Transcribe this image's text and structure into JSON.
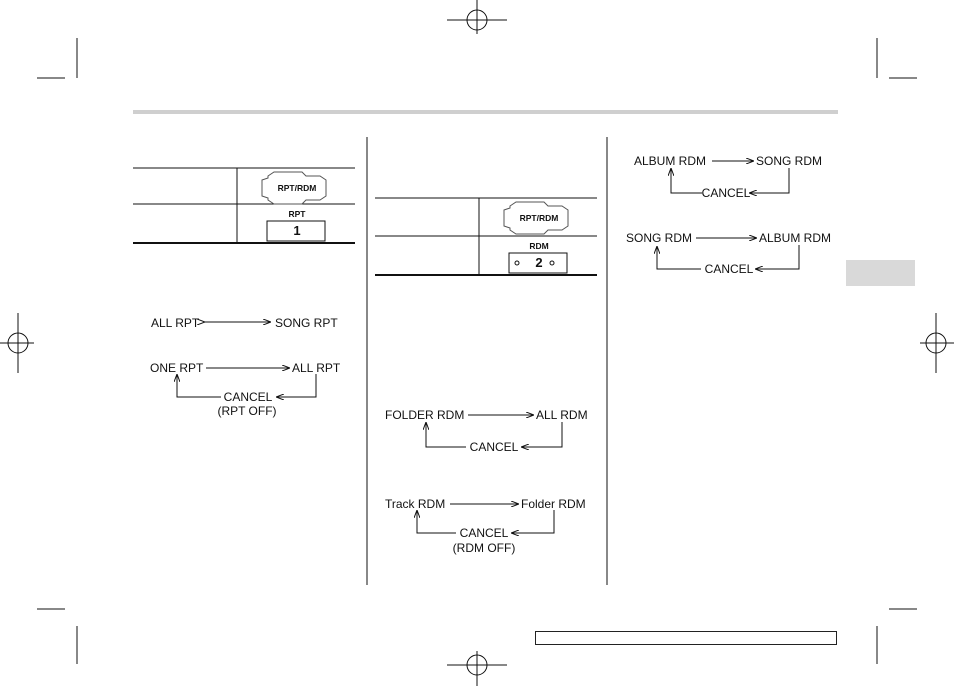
{
  "left_column": {
    "button_table": {
      "rows": [
        {
          "label": "",
          "button": "RPT/RDM"
        },
        {
          "label": "",
          "button_title": "RPT",
          "button_value": "1"
        }
      ]
    },
    "diagram_1": {
      "left": "ALL RPT",
      "right": "SONG RPT"
    },
    "diagram_2": {
      "left": "ONE RPT",
      "right": "ALL RPT",
      "cancel": "CANCEL",
      "cancel_note": "(RPT OFF)"
    }
  },
  "middle_column": {
    "button_table": {
      "rows": [
        {
          "label": "",
          "button": "RPT/RDM"
        },
        {
          "label": "",
          "button_title": "RDM",
          "button_value": "2"
        }
      ]
    },
    "diagram_1": {
      "left": "FOLDER RDM",
      "right": "ALL RDM",
      "cancel": "CANCEL"
    },
    "diagram_2": {
      "left": "Track RDM",
      "right": "Folder RDM",
      "cancel": "CANCEL",
      "cancel_note": "(RDM OFF)"
    }
  },
  "right_column": {
    "diagram_1": {
      "left": "ALBUM RDM",
      "right": "SONG RDM",
      "cancel": "CANCEL"
    },
    "diagram_2": {
      "left": "SONG RDM",
      "right": "ALBUM RDM",
      "cancel": "CANCEL"
    }
  },
  "footer": {
    "page_box": ""
  }
}
